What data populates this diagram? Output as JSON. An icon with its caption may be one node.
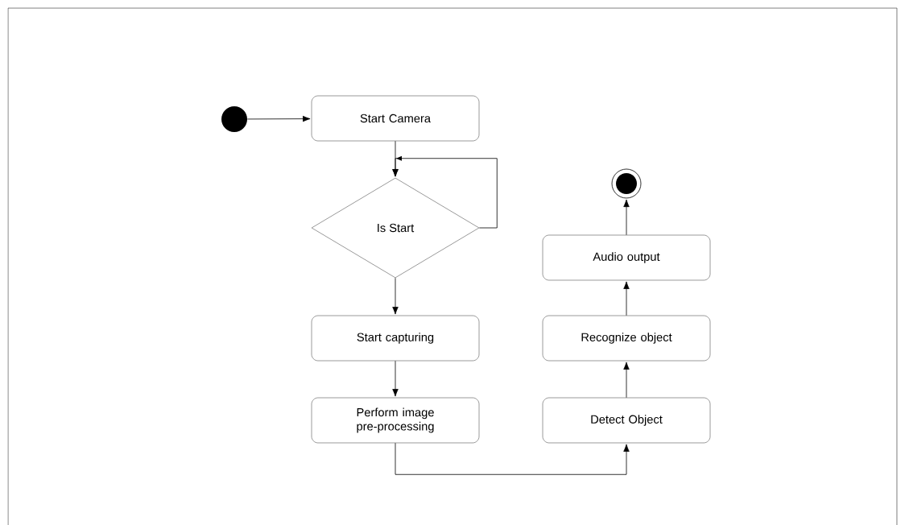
{
  "diagram": {
    "nodes": [
      {
        "text": [],
        "shape": "circle"
      },
      {
        "text": [
          "Start Camera"
        ]
      },
      {
        "text": [
          "Is Start"
        ]
      },
      {
        "text": [
          "Start capturing"
        ]
      },
      {
        "text": [
          "Perform image pre-processing"
        ]
      },
      {
        "text": [
          "Detect Object"
        ]
      },
      {
        "text": [
          "Recognize object"
        ]
      },
      {
        "text": [
          "Audio output"
        ]
      },
      {
        "text": [],
        "shape": "circle"
      }
    ],
    "edges": [
      {
        "from": 0,
        "to": 1,
        "arrow": "to"
      },
      {
        "from": 1,
        "to": 2,
        "arrow": "to"
      },
      {
        "from": 2,
        "to": 2,
        "arrow": "to"
      },
      {
        "from": 2,
        "to": 3,
        "arrow": "to"
      },
      {
        "from": 3,
        "to": 4,
        "arrow": "to"
      },
      {
        "from": 4,
        "to": 5,
        "arrow": "to"
      },
      {
        "from": 5,
        "to": 6,
        "arrow": "to"
      },
      {
        "from": 6,
        "to": 7,
        "arrow": "to"
      },
      {
        "from": 7,
        "to": 8,
        "arrow": "to"
      }
    ]
  }
}
